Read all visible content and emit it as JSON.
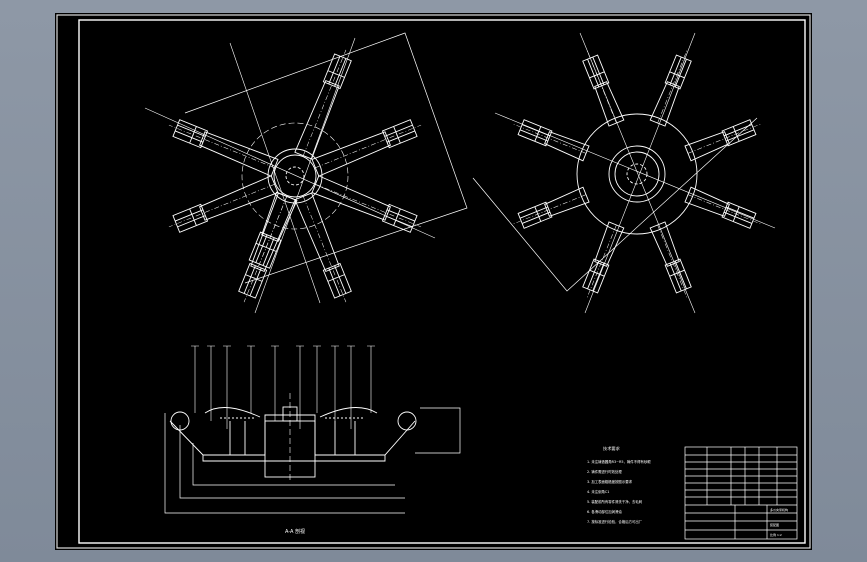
{
  "drawing": {
    "section_label": "A-A 剖视",
    "notes_title": "技术要求",
    "notes": [
      "1. 未注铸造圆角R3~R5，铸件不得有砂眼",
      "2. 铸件需进行时效处理",
      "3. 加工表面粗糙度按图示要求",
      "4. 未注倒角C1",
      "5. 装配前所有零件清洗干净，去毛刺",
      "6. 各滑动部位加润滑油",
      "7. 按标准进行检验，合格后方可出厂"
    ],
    "title_block": {
      "drawing_name": "多爪夹紧机构",
      "drawing_no": "装配图",
      "scale_note": "比例 1:2"
    }
  },
  "colors": {
    "paper": "#000000",
    "line": "#ffffff",
    "frame": "#e8e8e8",
    "background": "#8a94a3"
  }
}
